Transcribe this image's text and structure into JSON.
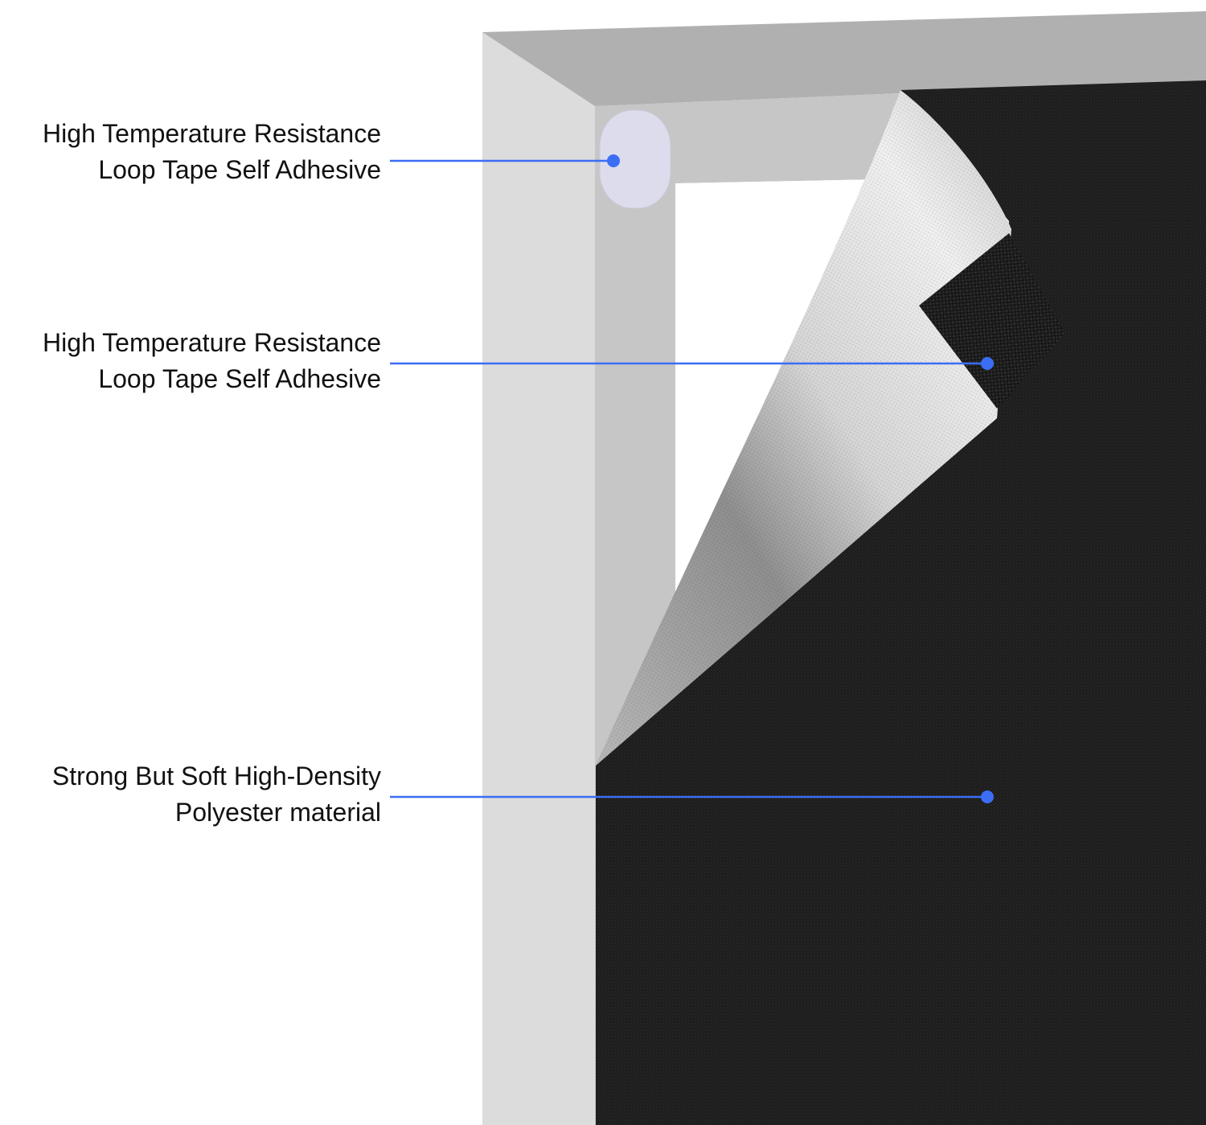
{
  "colors": {
    "background": "#ffffff",
    "frame_outer": "#dcdcdc",
    "frame_top": "#b0b0b0",
    "frame_inner": "#c6c6c6",
    "fabric_black": "#1c1c1c",
    "fabric_silver": "#d8d8d8",
    "tape_pad": "#dcdcec",
    "callout_blue": "#3b6ef5",
    "text": "#111111"
  },
  "callouts": [
    {
      "line1": "High Temperature Resistance",
      "line2": "Loop Tape Self Adhesive",
      "target": "loop-tape-pad"
    },
    {
      "line1": "High Temperature Resistance",
      "line2": "Loop Tape Self Adhesive",
      "target": "hook-tape-strip"
    },
    {
      "line1": "Strong But Soft High-Density",
      "line2": "Polyester material",
      "target": "black-polyester-fabric"
    }
  ]
}
